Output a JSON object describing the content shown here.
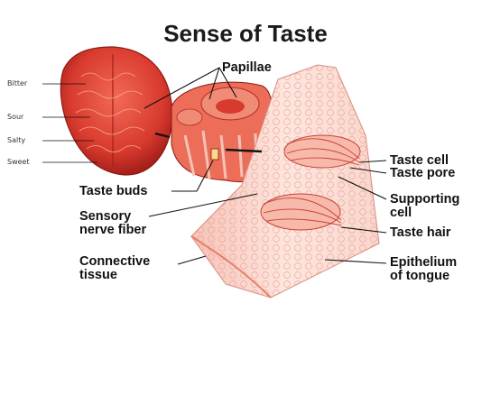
{
  "title": "Sense of Taste",
  "tongue_zones": [
    "Bitter",
    "Sour",
    "Salty",
    "Sweet"
  ],
  "labels": {
    "papillae": "Papillae",
    "taste_buds": "Taste buds",
    "sensory_nerve_fiber": [
      "Sensory",
      "nerve fiber"
    ],
    "connective_tissue": [
      "Connective",
      "tissue"
    ],
    "taste_cell": "Taste cell",
    "taste_pore": "Taste pore",
    "supporting_cell": [
      "Supporting",
      "cell"
    ],
    "taste_hair": "Taste hair",
    "epithelium": [
      "Epithelium",
      "of tongue"
    ]
  },
  "colors": {
    "tissue_red": "#d83a2e",
    "tissue_pink": "#f3b3a6",
    "tissue_light": "#fbe3dc",
    "line": "#111111"
  }
}
